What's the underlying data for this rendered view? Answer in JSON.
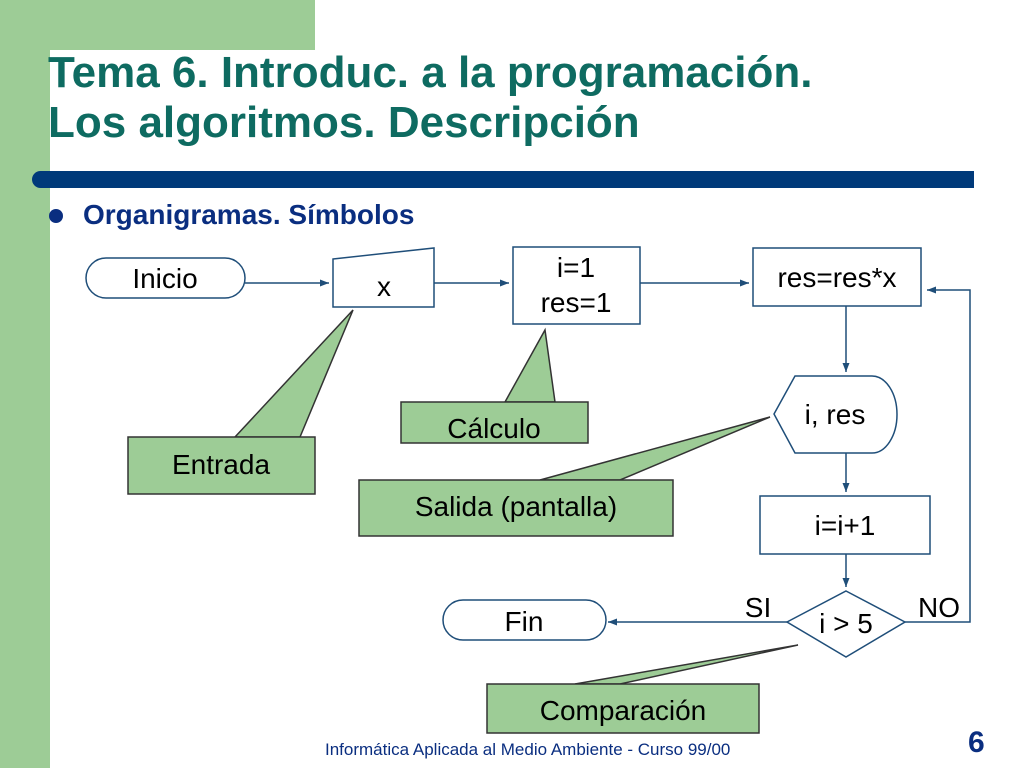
{
  "slide": {
    "title_line1": "Tema 6. Introduc. a la programación.",
    "title_line2": "Los algoritmos. Descripción",
    "bullet": "Organigramas. Símbolos",
    "footer": "Informática Aplicada al Medio Ambiente - Curso 99/00",
    "page_number": "6",
    "colors": {
      "title": "#0e6b61",
      "accent_green": "#9dcc96",
      "bar": "#003a7a",
      "text_blue": "#0a2e80"
    }
  },
  "flowchart": {
    "start": "Inicio",
    "input": "x",
    "init_1": "i=1",
    "init_2": "res=1",
    "multiply": "res=res*x",
    "output": "i, res",
    "increment": "i=i+1",
    "condition": "i > 5",
    "yes_label": "SI",
    "no_label": "NO",
    "end": "Fin"
  },
  "callouts": {
    "input": "Entrada",
    "calc": "Cálculo",
    "output": "Salida (pantalla)",
    "compare": "Comparación"
  }
}
